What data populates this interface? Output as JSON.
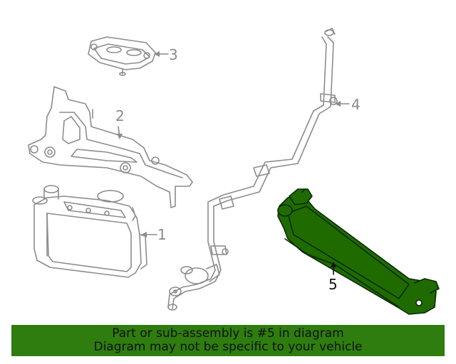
{
  "diagram": {
    "callouts": [
      {
        "id": "1",
        "label": "1"
      },
      {
        "id": "2",
        "label": "2"
      },
      {
        "id": "3",
        "label": "3"
      },
      {
        "id": "4",
        "label": "4"
      },
      {
        "id": "5",
        "label": "5"
      }
    ],
    "highlighted_part": "5",
    "colors": {
      "line_art": "#8c8c8c",
      "highlight_fill": "#1f6b00",
      "highlight_outline": "#0a2a00",
      "footer_bg": "#2e7d0e",
      "callout_text": "#8a8a8a",
      "active_callout_text": "#111111"
    }
  },
  "footer": {
    "line1": "Part or sub-assembly is #5 in diagram",
    "line2": "Diagram may not be specific to your vehicle"
  }
}
